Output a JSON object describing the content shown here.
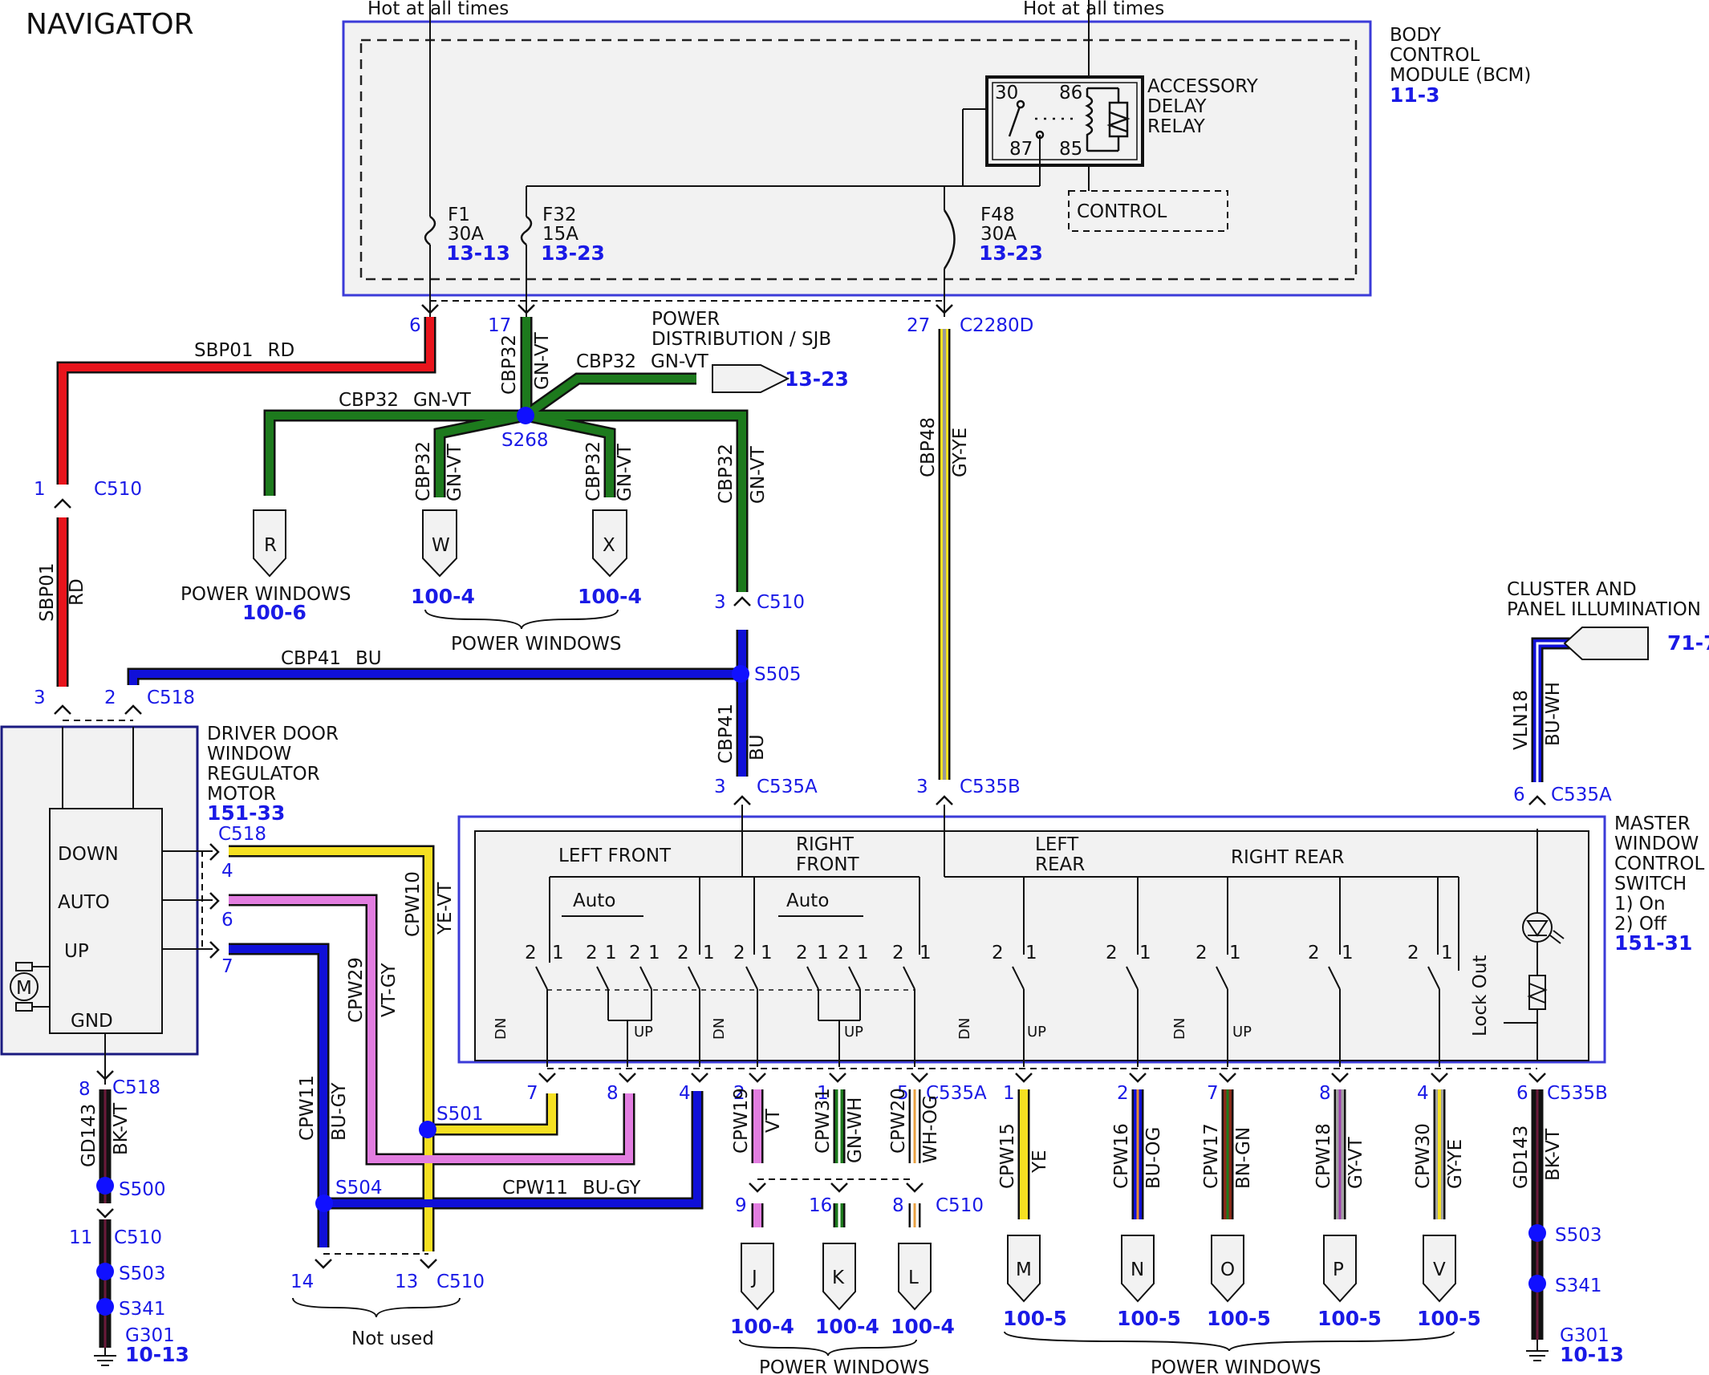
{
  "title": "NAVIGATOR",
  "hot_at_all_times": "Hot at all times",
  "bcm": {
    "name_lines": [
      "BODY",
      "CONTROL",
      "MODULE (BCM)"
    ],
    "ref": "11-3",
    "relay_lines": [
      "ACCESSORY",
      "DELAY",
      "RELAY"
    ],
    "relay_pins": {
      "p30": "30",
      "p86": "86",
      "p87": "87",
      "p85": "85"
    },
    "control": "CONTROL",
    "fuses": [
      {
        "name": "F1",
        "rating": "30A",
        "ref": "13-13"
      },
      {
        "name": "F32",
        "rating": "15A",
        "ref": "13-23"
      },
      {
        "name": "F48",
        "rating": "30A",
        "ref": "13-23"
      }
    ]
  },
  "pins": {
    "p6": "6",
    "p17": "17",
    "p27": "27",
    "c2280d": "C2280D",
    "c510": "C510",
    "c518": "C518",
    "c535a": "C535A",
    "c535b": "C535B",
    "p1": "1",
    "p2": "2",
    "p3": "3",
    "p4": "4",
    "p5": "5",
    "p7": "7",
    "p8": "8",
    "p9": "9",
    "p11": "11",
    "p13": "13",
    "p14": "14",
    "p16": "16"
  },
  "wires": {
    "sbp01": "SBP01",
    "rd": "RD",
    "cbp32": "CBP32",
    "gnvt": "GN-VT",
    "cbp48": "CBP48",
    "gyye": "GY-YE",
    "cbp41": "CBP41",
    "bu": "BU",
    "vln18": "VLN18",
    "buwh": "BU-WH",
    "cpw10": "CPW10",
    "yevt": "YE-VT",
    "cpw29": "CPW29",
    "vtgy": "VT-GY",
    "cpw11": "CPW11",
    "bugy": "BU-GY",
    "gd143": "GD143",
    "bkvt": "BK-VT",
    "cpw19": "CPW19",
    "vt": "VT",
    "cpw31": "CPW31",
    "gnwh": "GN-WH",
    "cpw20": "CPW20",
    "whog": "WH-OG",
    "cpw15": "CPW15",
    "ye": "YE",
    "cpw16": "CPW16",
    "buog": "BU-OG",
    "cpw17": "CPW17",
    "bngn": "BN-GN",
    "cpw18": "CPW18",
    "gyvt": "GY-VT",
    "cpw30": "CPW30"
  },
  "splices": {
    "s268": "S268",
    "s505": "S505",
    "s501": "S501",
    "s504": "S504",
    "s500": "S500",
    "s503": "S503",
    "s341": "S341"
  },
  "grounds": {
    "g301": "G301",
    "ref": "10-13"
  },
  "power_dist": {
    "lines": [
      "POWER",
      "DISTRIBUTION / SJB"
    ],
    "ref": "13-23"
  },
  "power_windows": "POWER WINDOWS",
  "not_used": "Not used",
  "cluster": {
    "lines": [
      "CLUSTER AND",
      "PANEL ILLUMINATION"
    ],
    "ref": "71-7"
  },
  "driver_motor": {
    "lines": [
      "DRIVER DOOR",
      "WINDOW",
      "REGULATOR",
      "MOTOR"
    ],
    "ref": "151-33",
    "inputs": [
      "DOWN",
      "AUTO",
      "UP",
      "GND"
    ],
    "motor_symbol": "M"
  },
  "master_switch": {
    "lines": [
      "MASTER",
      "WINDOW",
      "CONTROL",
      "SWITCH",
      "1) On",
      "2) Off"
    ],
    "ref": "151-31",
    "sections": [
      "LEFT FRONT",
      "RIGHT",
      "FRONT",
      "LEFT",
      "REAR",
      "RIGHT REAR"
    ],
    "auto": "Auto",
    "dn": "DN",
    "up": "UP",
    "lock_out": "Lock Out",
    "pos1": "1",
    "pos2": "2"
  },
  "connectors": {
    "R": {
      "letter": "R",
      "ref": "100-6"
    },
    "W": {
      "letter": "W",
      "ref": "100-4"
    },
    "X": {
      "letter": "X",
      "ref": "100-4"
    },
    "J": {
      "letter": "J",
      "ref": "100-4"
    },
    "K": {
      "letter": "K",
      "ref": "100-4"
    },
    "L": {
      "letter": "L",
      "ref": "100-4"
    },
    "M": {
      "letter": "M",
      "ref": "100-5"
    },
    "N": {
      "letter": "N",
      "ref": "100-5"
    },
    "O": {
      "letter": "O",
      "ref": "100-5"
    },
    "P": {
      "letter": "P",
      "ref": "100-5"
    },
    "V": {
      "letter": "V",
      "ref": "100-5"
    }
  },
  "colors": {
    "red": "#e8141c",
    "green": "#1d7a1d",
    "blue": "#1010d8",
    "yellow": "#f5e021",
    "pink": "#e27de0",
    "gray": "#a0a0a0",
    "black": "#000000",
    "brown": "#8b2a1a",
    "box_blue": "#3b3bd8",
    "ref_blue": "#1a1ae6"
  }
}
